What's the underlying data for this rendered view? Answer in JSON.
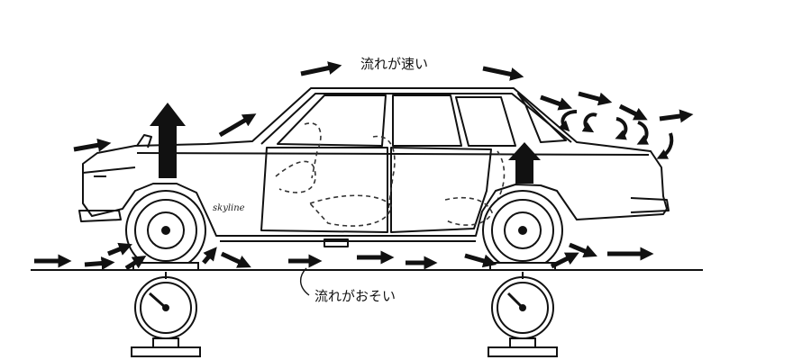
{
  "labels": {
    "fast_flow": "流れが速い",
    "slow_flow": "流れがおそい"
  },
  "badge": "skyline",
  "colors": {
    "ink": "#111111",
    "paper": "#ffffff",
    "dash": "#333333"
  },
  "icons": [
    "flow-arrow-icon",
    "lift-arrow-icon",
    "pressure-gauge-icon",
    "vortex-arrow-icon"
  ]
}
